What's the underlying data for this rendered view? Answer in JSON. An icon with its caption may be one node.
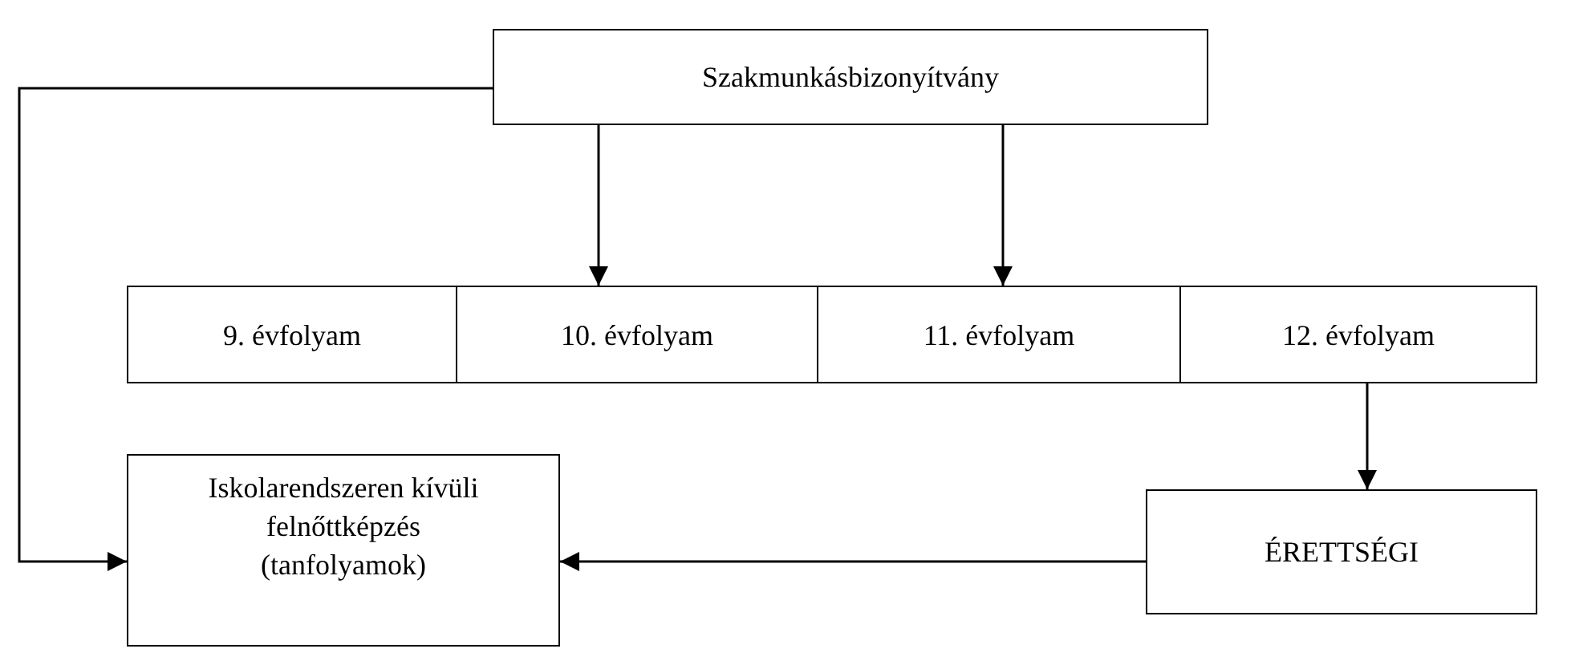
{
  "diagram": {
    "nodes": [
      {
        "text": [
          "Szakmunkásbizonyítvány"
        ]
      },
      {
        "text": [
          "9. évfolyam"
        ]
      },
      {
        "text": [
          "10. évfolyam"
        ]
      },
      {
        "text": [
          "11. évfolyam"
        ]
      },
      {
        "text": [
          "12. évfolyam"
        ]
      },
      {
        "text": [
          "Iskolarendszeren kívüli felnőttképzés (tanfolyamok)"
        ]
      },
      {
        "text": [
          "ÉRETTSÉGI"
        ]
      }
    ],
    "edges": [
      {
        "from": 0,
        "to": 2,
        "arrow": "to"
      },
      {
        "from": 0,
        "to": 3,
        "arrow": "to"
      },
      {
        "from": 0,
        "to": 5,
        "arrow": "to"
      },
      {
        "from": 4,
        "to": 6,
        "arrow": "to"
      },
      {
        "from": 6,
        "to": 5,
        "arrow": "to"
      }
    ]
  }
}
